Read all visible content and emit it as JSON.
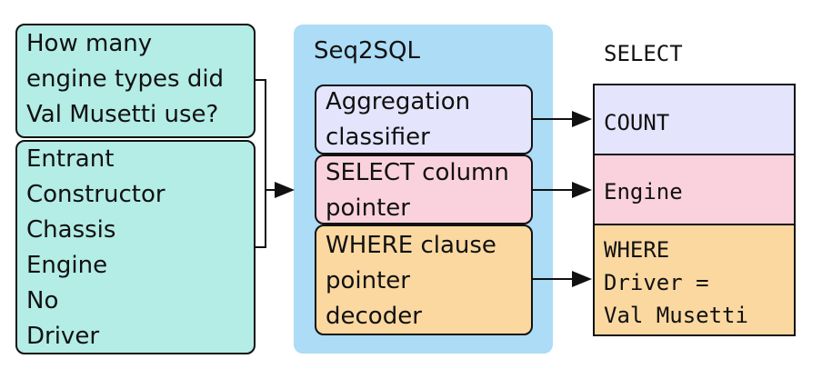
{
  "colors": {
    "teal": "#b4ece6",
    "blue_panel": "#acdcf6",
    "lavender": "#e4e4fc",
    "pink": "#fad2dd",
    "orange": "#fad8a0",
    "border": "#111111"
  },
  "question": {
    "lines": [
      "How many",
      "engine types did",
      "Val Musetti use?"
    ]
  },
  "columns": {
    "items": [
      "Entrant",
      "Constructor",
      "Chassis",
      "Engine",
      "No",
      "Driver"
    ]
  },
  "model": {
    "title": "Seq2SQL",
    "aggregation": [
      "Aggregation",
      "classifier"
    ],
    "select_pointer": [
      "SELECT column",
      "pointer"
    ],
    "where_pointer": [
      "WHERE clause",
      "pointer",
      "decoder"
    ]
  },
  "output": {
    "header": "SELECT",
    "count": "COUNT",
    "column": "Engine",
    "where": [
      "WHERE",
      "Driver =",
      "Val Musetti"
    ]
  }
}
